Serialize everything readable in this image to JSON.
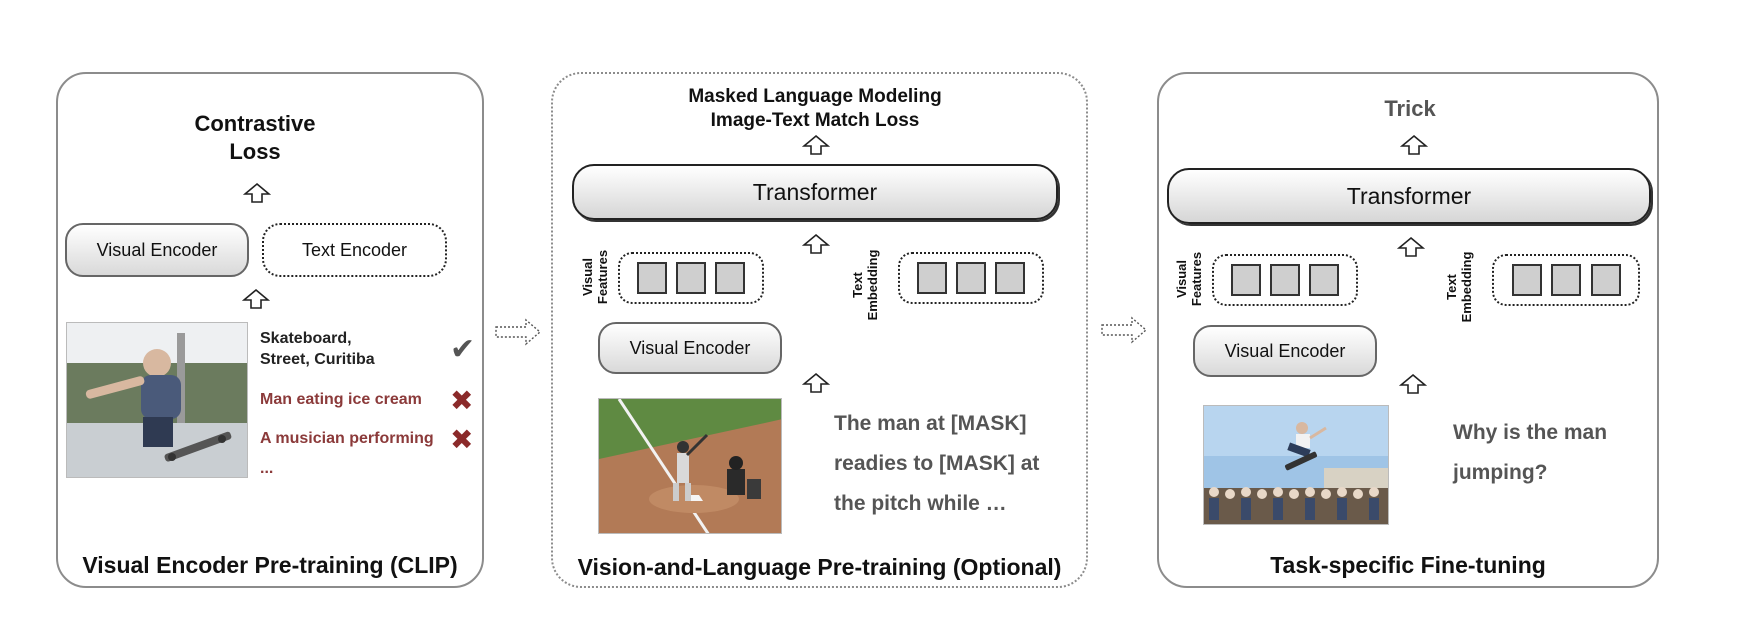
{
  "panel1": {
    "title": "Visual Encoder Pre-training (CLIP)",
    "loss_line1": "Contrastive",
    "loss_line2": "Loss",
    "visual_encoder": "Visual Encoder",
    "text_encoder": "Text Encoder",
    "captions": [
      {
        "line1": "Skateboard,",
        "line2": "Street, Curitiba",
        "match": true
      },
      {
        "line1": "Man eating ice cream",
        "line2": "",
        "match": false
      },
      {
        "line1": "A musician performing",
        "line2": "",
        "match": false
      }
    ],
    "ellipsis": "...",
    "check_icon": "✔",
    "cross_icon": "✖"
  },
  "panel2": {
    "title": "Vision-and-Language Pre-training (Optional)",
    "loss_line1": "Masked Language Modeling",
    "loss_line2": "Image-Text Match Loss",
    "transformer": "Transformer",
    "visual_features_line1": "Visual",
    "visual_features_line2": "Features",
    "text_embedding_line1": "Text",
    "text_embedding_line2": "Embedding",
    "visual_encoder": "Visual Encoder",
    "text_lines": [
      "The man at [MASK]",
      "readies to [MASK] at",
      "the pitch while …"
    ]
  },
  "panel3": {
    "title": "Task-specific Fine-tuning",
    "output": "Trick",
    "transformer": "Transformer",
    "visual_features_line1": "Visual",
    "visual_features_line2": "Features",
    "text_embedding_line1": "Text",
    "text_embedding_line2": "Embedding",
    "visual_encoder": "Visual Encoder",
    "text_lines": [
      "Why is the man",
      "jumping?"
    ]
  },
  "colors": {
    "mismatch": "#8b3a3a",
    "check": "#555555",
    "panel_border": "#8c8c8c",
    "token_fill": "#cfcfcf"
  }
}
